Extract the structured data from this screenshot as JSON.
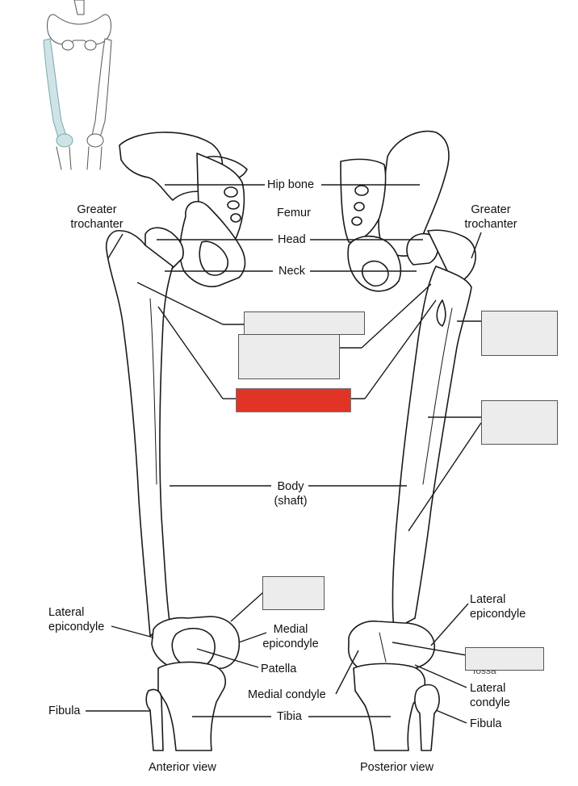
{
  "labels": {
    "hip_bone": "Hip bone",
    "femur": "Femur",
    "head": "Head",
    "neck": "Neck",
    "greater_trochanter_left": "Greater\ntrochanter",
    "greater_trochanter_right": "Greater\ntrochanter",
    "body_shaft": "Body\n(shaft)",
    "lateral_epicondyle_left": "Lateral\nepicondyle",
    "medial_epicondyle": "Medial\nepicondyle",
    "patella": "Patella",
    "medial_condyle": "Medial condyle",
    "fibula_left": "Fibula",
    "tibia": "Tibia",
    "lateral_epicondyle_right": "Lateral\nepicondyle",
    "lateral_condyle": "Lateral\ncondyle",
    "fibula_right": "Fibula",
    "partial_hidden_text": "fossa"
  },
  "views": {
    "anterior": "Anterior view",
    "posterior": "Posterior view"
  },
  "colors": {
    "highlight_box": "#e23426",
    "blank_box": "#ececec",
    "bone_outline": "#1a1a1a",
    "thumbnail_highlight": "#cfe3e6"
  }
}
